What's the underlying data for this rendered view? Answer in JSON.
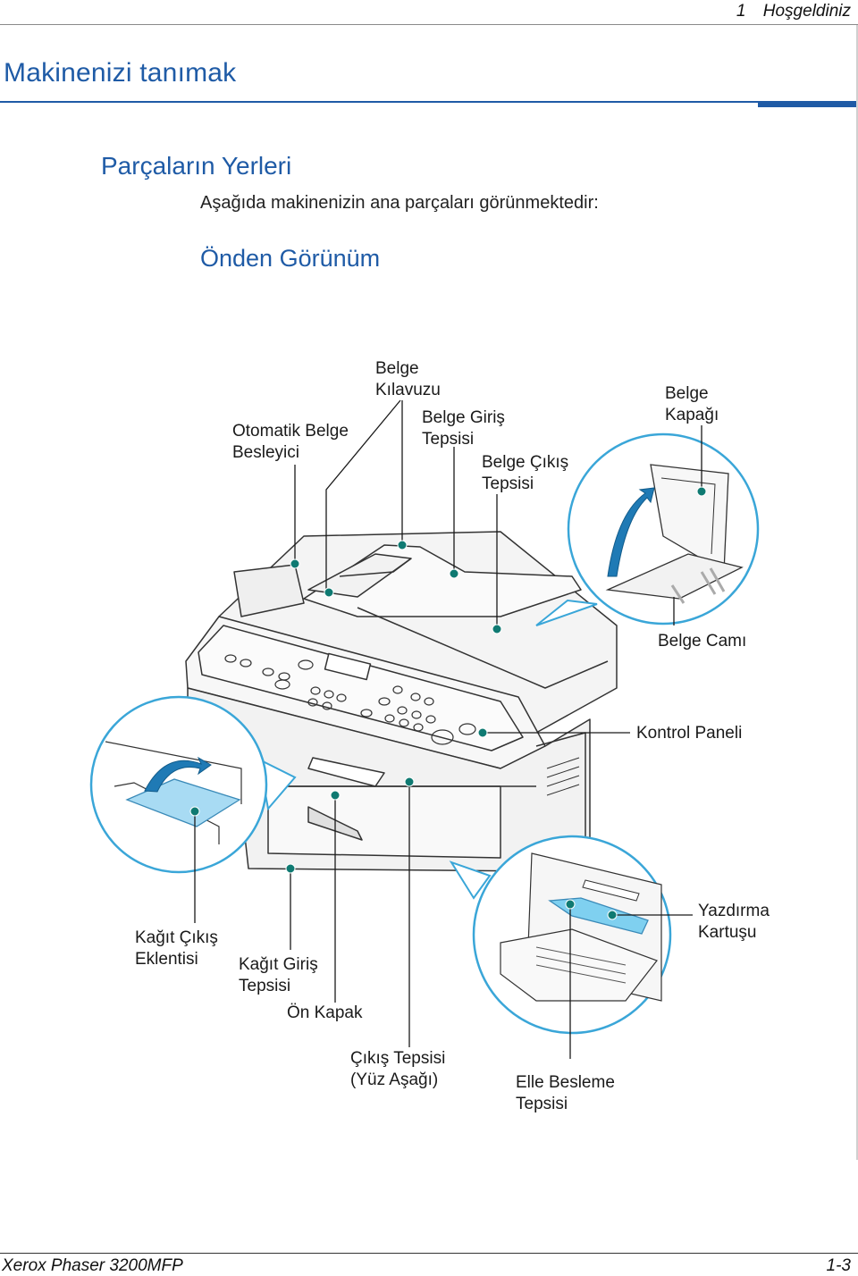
{
  "header": {
    "chapter_num": "1",
    "chapter_name": "Hoşgeldiniz"
  },
  "chapter_title": "Makinenizi tanımak",
  "section_title": "Parçaların Yerleri",
  "intro_text": "Aşağıda makinenizin ana parçaları görünmektedir:",
  "subsection_title": "Önden Görünüm",
  "labels": {
    "otomatik_belge_besleyici": [
      "Otomatik Belge",
      "Besleyici"
    ],
    "belge_kilavuzu": [
      "Belge",
      "Kılavuzu"
    ],
    "belge_giris_tepsisi": [
      "Belge Giriş",
      "Tepsisi"
    ],
    "belge_cikis_tepsisi": [
      "Belge Çıkış",
      "Tepsisi"
    ],
    "belge_kapagi": [
      "Belge",
      "Kapağı"
    ],
    "belge_cami": [
      "Belge Camı"
    ],
    "kontrol_paneli": [
      "Kontrol Paneli"
    ],
    "kagit_cikis_eklentisi": [
      "Kağıt Çıkış",
      "Eklentisi"
    ],
    "kagit_giris_tepsisi": [
      "Kağıt Giriş",
      "Tepsisi"
    ],
    "on_kapak": [
      "Ön Kapak"
    ],
    "cikis_tepsisi_yuz_asagi": [
      "Çıkış Tepsisi",
      "(Yüz Aşağı)"
    ],
    "elle_besleme_tepsisi": [
      "Elle Besleme",
      "Tepsisi"
    ],
    "yazdirma_kartusu": [
      "Yazdırma",
      "Kartuşu"
    ]
  },
  "colors": {
    "accent": "#1f5ba6",
    "callout": "#0f7a72",
    "highlight": "#3aa6d8"
  },
  "footer": {
    "product": "Xerox Phaser 3200MFP",
    "page": "1-3"
  }
}
